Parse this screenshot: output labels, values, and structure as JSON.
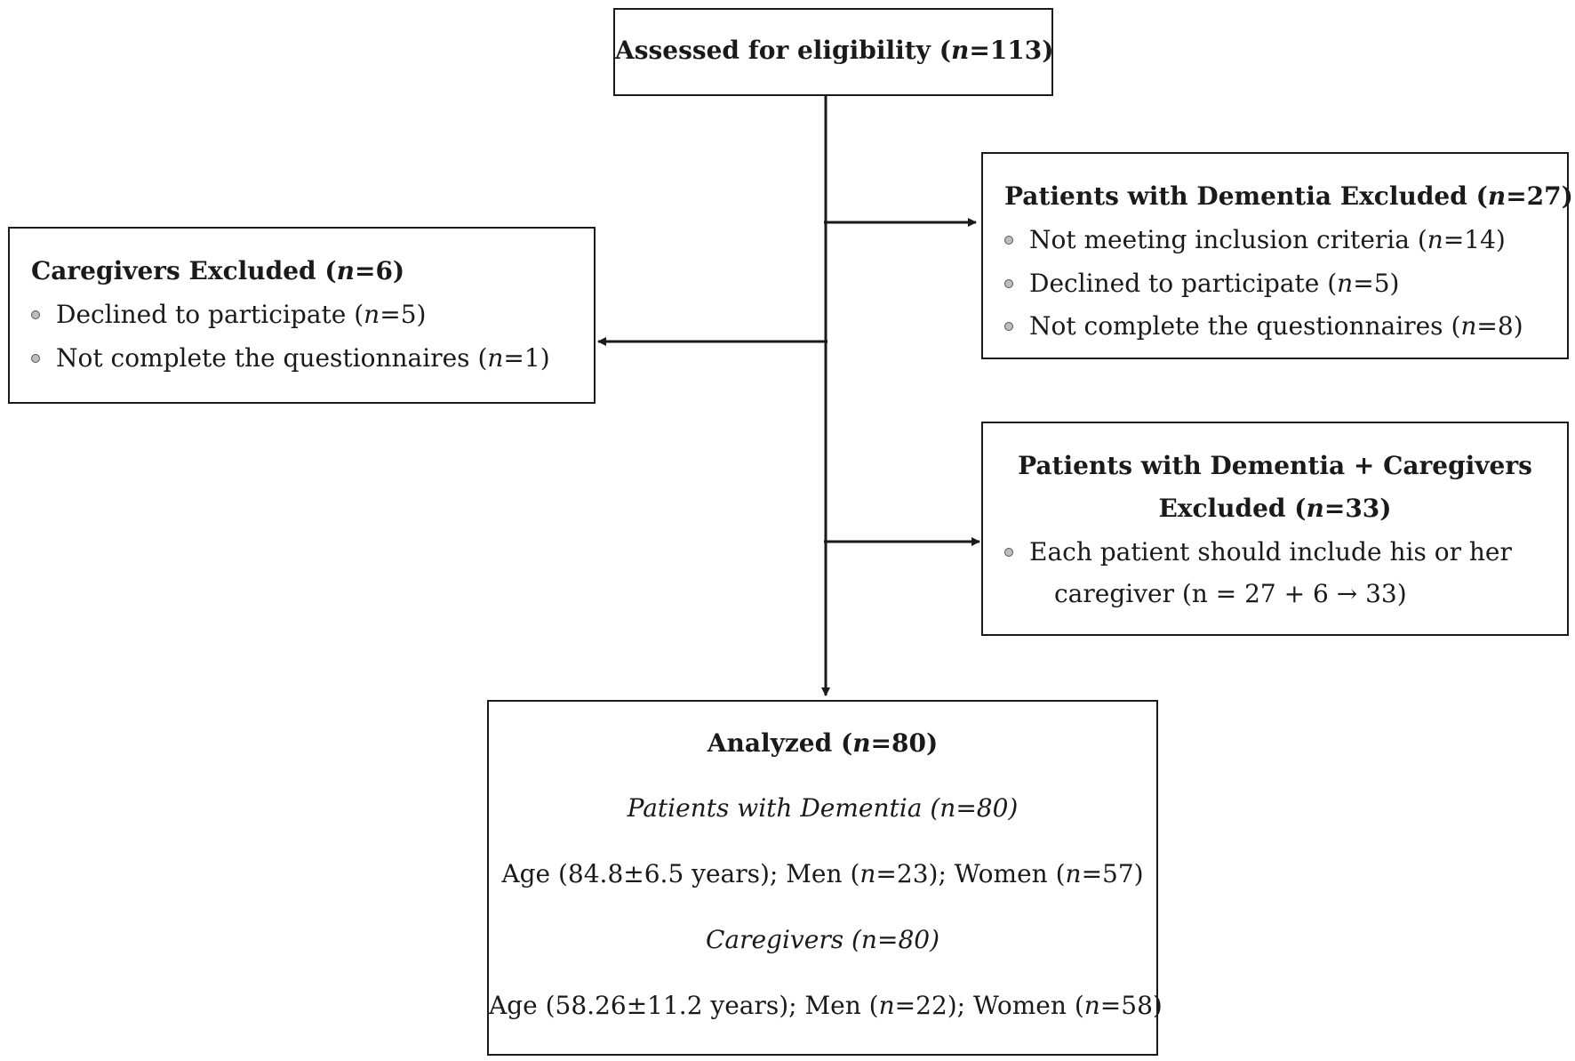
{
  "boxes": {
    "assessed": {
      "title": "Assessed for eligibility (n=113)"
    },
    "caregivers_excluded": {
      "title": "Caregivers Excluded (n=6)",
      "items": [
        "Declined to participate (n=5)",
        "Not complete the questionnaires (n=1)"
      ]
    },
    "patients_excluded": {
      "title": "Patients with Dementia Excluded (n=27)",
      "items": [
        "Not meeting inclusion criteria (n=14)",
        "Declined to participate (n=5)",
        "Not complete the questionnaires (n=8)"
      ]
    },
    "pairs_excluded": {
      "title_line1": "Patients with Dementia + Caregivers",
      "title_line2": "Excluded (n=33)",
      "item_line1": "Each patient should include his or her",
      "item_line2": "caregiver (n = 27 + 6 → 33)"
    },
    "analyzed": {
      "title": "Analyzed (n=80)",
      "patients_heading": "Patients with Dementia (n=80)",
      "patients_detail": "Age (84.8±6.5 years); Men (n=23); Women (n=57)",
      "caregivers_heading": "Caregivers (n=80)",
      "caregivers_detail": "Age (58.26±11.2 years); Men (n=22); Women (n=58)"
    }
  }
}
